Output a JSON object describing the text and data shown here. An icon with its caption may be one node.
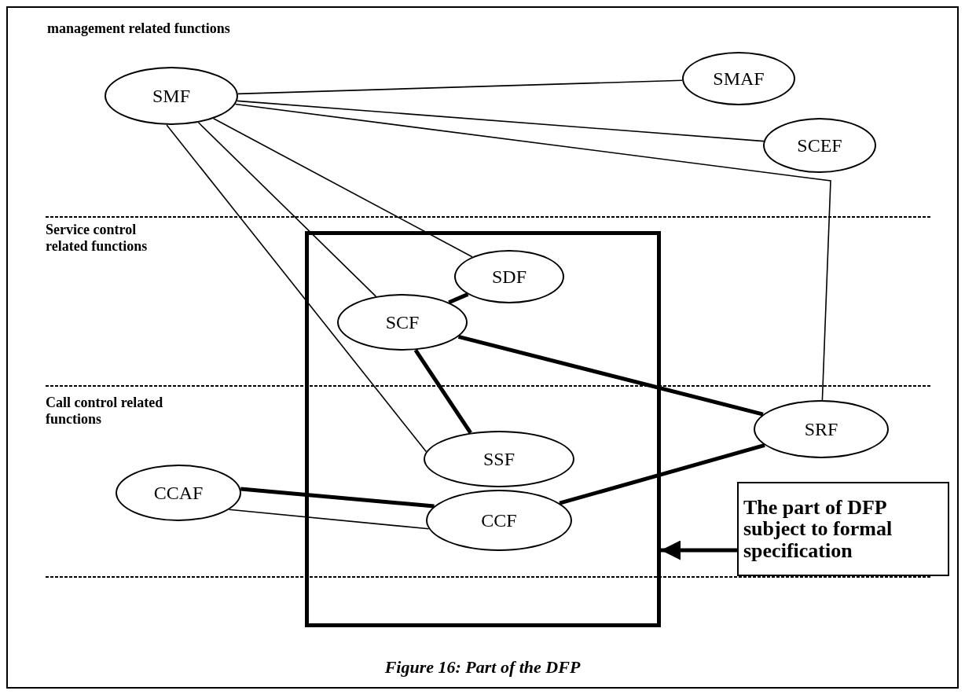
{
  "diagram": {
    "caption": "Figure 16: Part of the DFP",
    "nodes": [
      {
        "text": [
          "SMF"
        ]
      },
      {
        "text": [
          "SMAF"
        ]
      },
      {
        "text": [
          "SCEF"
        ]
      },
      {
        "text": [],
        "shape": "box"
      },
      {
        "text": [
          "SDF"
        ],
        "in": 3
      },
      {
        "text": [
          "SCF"
        ],
        "in": 3
      },
      {
        "text": [
          "SSF"
        ],
        "in": 3
      },
      {
        "text": [
          "CCAF"
        ]
      },
      {
        "text": [
          "CCF"
        ],
        "in": 3
      },
      {
        "text": [
          "SRF"
        ]
      },
      {
        "text": [
          "The part of DFP subject to formal specification"
        ]
      }
    ],
    "edges": [
      {
        "from": 0,
        "to": 1,
        "arrow": "none"
      },
      {
        "from": 0,
        "to": 2,
        "arrow": "none"
      },
      {
        "from": 0,
        "to": 9,
        "arrow": "none"
      },
      {
        "from": 0,
        "to": 4,
        "arrow": "none"
      },
      {
        "from": 0,
        "to": 5,
        "arrow": "none"
      },
      {
        "from": 0,
        "to": 6,
        "arrow": "none"
      },
      {
        "from": 5,
        "to": 4,
        "arrow": "none",
        "style": "thick"
      },
      {
        "from": 5,
        "to": 9,
        "arrow": "none",
        "style": "thick"
      },
      {
        "from": 5,
        "to": 6,
        "arrow": "none",
        "style": "thick"
      },
      {
        "from": 7,
        "to": 8,
        "arrow": "none",
        "style": "thick"
      },
      {
        "from": 7,
        "to": 8,
        "arrow": "none"
      },
      {
        "from": 8,
        "to": 9,
        "arrow": "none",
        "style": "thick"
      },
      {
        "from": 10,
        "to": 3,
        "arrow": "to",
        "style": "thick"
      }
    ],
    "labels": [
      "management related functions",
      "Service control related functions",
      "Call control related functions"
    ]
  }
}
